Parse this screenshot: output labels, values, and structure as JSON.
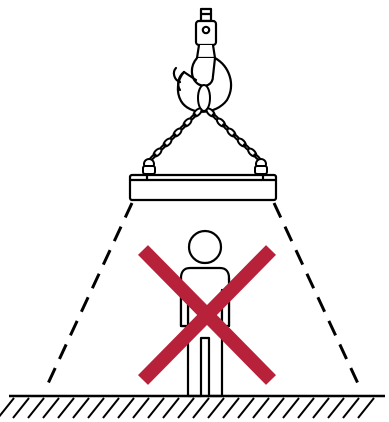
{
  "diagram": {
    "kind": "crane-lift-safety-pictogram",
    "elements": [
      "crane-hook",
      "lifting-chain-sling",
      "spreader-beam",
      "load-danger-zone",
      "person",
      "prohibition-cross",
      "ground-surface"
    ],
    "colors": {
      "line": "#000000",
      "background": "#ffffff",
      "prohibition": "#b7213a"
    }
  }
}
